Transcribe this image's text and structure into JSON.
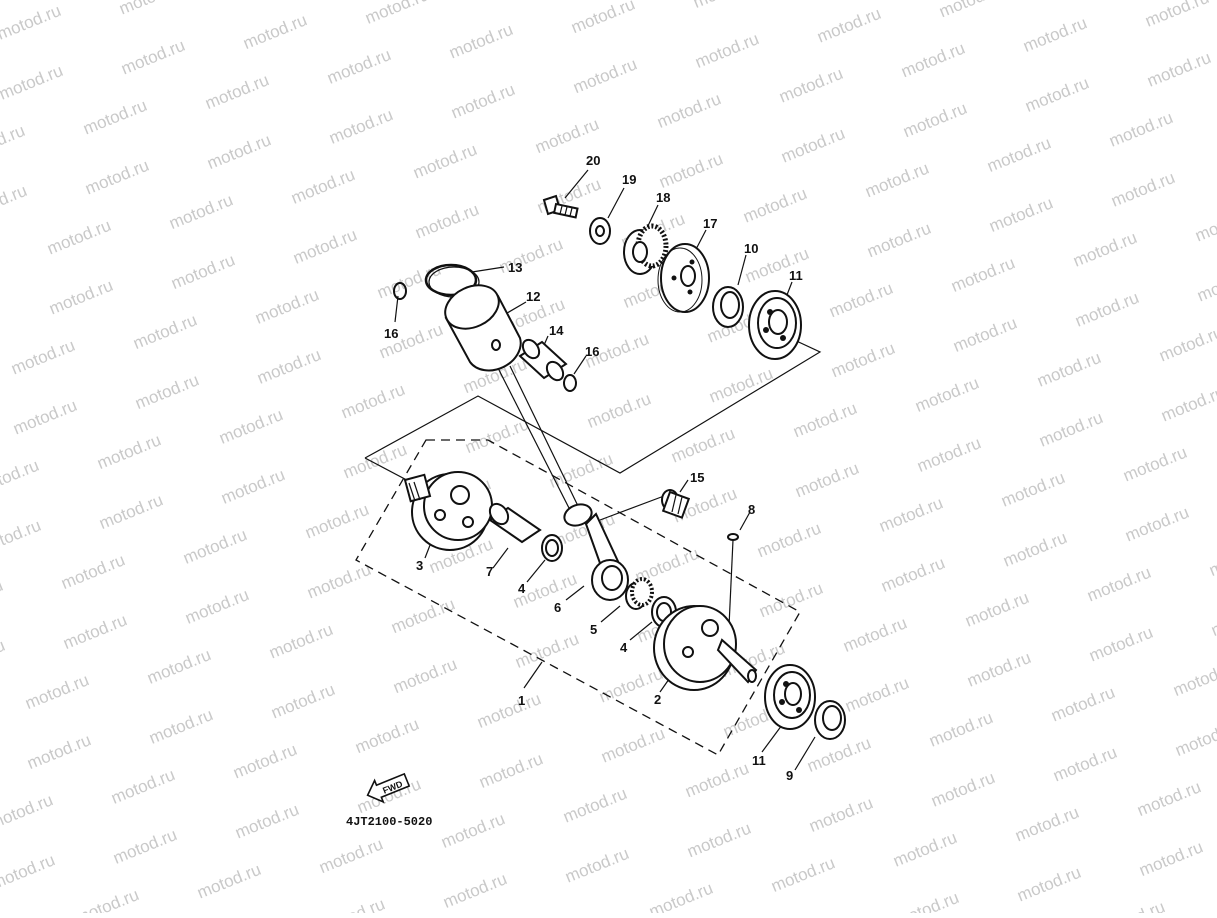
{
  "watermark": "motod.ru",
  "drawing_code": "4JT2100-5020",
  "fwd_label": "FWD",
  "callouts": [
    "20",
    "19",
    "18",
    "17",
    "10",
    "11",
    "13",
    "12",
    "16",
    "14",
    "16",
    "15",
    "8",
    "3",
    "7",
    "4",
    "6",
    "5",
    "4",
    "2",
    "1",
    "11",
    "9"
  ]
}
